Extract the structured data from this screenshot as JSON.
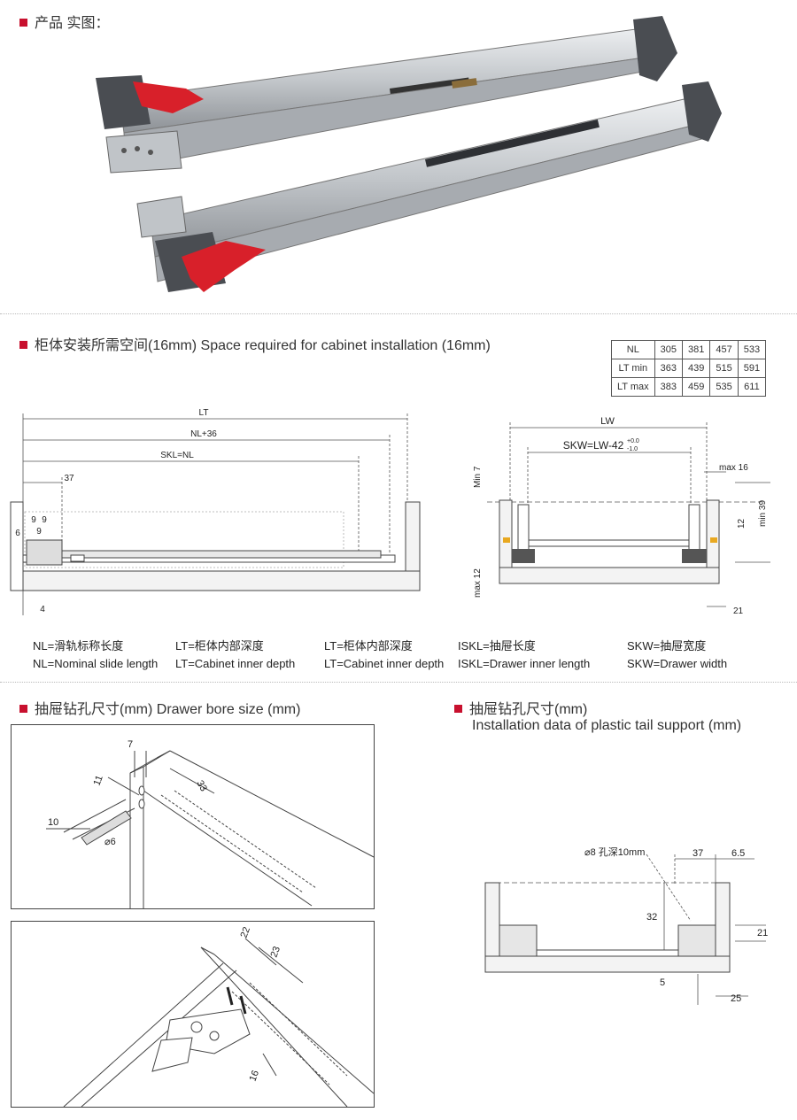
{
  "sections": {
    "product": "产品 实图：",
    "cabinet": "柜体安装所需空间(16mm) Space required for cabinet installation (16mm)",
    "bore": "抽屉钻孔尺寸(mm) Drawer bore size (mm)",
    "tail_cn": "抽屉钻孔尺寸(mm)",
    "tail_en": "Installation data of plastic tail support (mm)"
  },
  "spec_table": {
    "rows": [
      [
        "NL",
        "305",
        "381",
        "457",
        "533"
      ],
      [
        "LT min",
        "363",
        "439",
        "515",
        "591"
      ],
      [
        "LT max",
        "383",
        "459",
        "535",
        "611"
      ]
    ]
  },
  "side_diagram": {
    "lt": "LT",
    "nl36": "NL+36",
    "skl": "SKL=NL",
    "d37": "37",
    "d9a": "9",
    "d9b": "9",
    "d9c": "9",
    "d6": "6",
    "d4": "4"
  },
  "front_diagram": {
    "lw": "LW",
    "skw": "SKW=LW-42",
    "sup": "+0.0",
    "sub": "-1.0",
    "min7": "Min 7",
    "max16": "max 16",
    "min39": "min 39",
    "d12": "12",
    "max12": "max 12",
    "d21": "21"
  },
  "legend": {
    "col1": [
      "NL=滑轨标称长度",
      "NL=Nominal slide length"
    ],
    "col2": [
      "LT=柜体内部深度",
      "LT=Cabinet inner depth"
    ],
    "col3": [
      "LT=柜体内部深度",
      "LT=Cabinet inner depth"
    ],
    "col4": [
      "ISKL=抽屉长度",
      "ISKL=Drawer inner length"
    ],
    "col5": [
      "SKW=抽屉宽度",
      "SKW=Drawer width"
    ]
  },
  "bore_top": {
    "d7": "7",
    "d11": "11",
    "d33": "33",
    "d10": "10",
    "d6": "⌀6"
  },
  "bore_bottom": {
    "d22": "22",
    "d23": "23",
    "d16": "16"
  },
  "tail": {
    "hole": "⌀8 孔深10mm",
    "d37": "37",
    "d65": "6.5",
    "d32": "32",
    "d21": "21",
    "d5": "5",
    "d25": "25"
  },
  "colors": {
    "accent": "#c8102e",
    "rail": "#c9ccd0",
    "bracket": "#4a4d52",
    "clip": "#d8202a"
  }
}
